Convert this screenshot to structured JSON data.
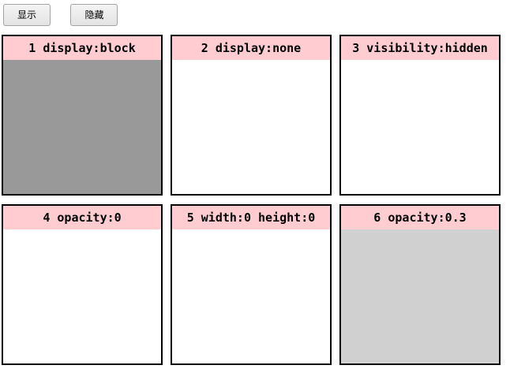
{
  "toolbar": {
    "show_label": "显示",
    "hide_label": "隐藏"
  },
  "boxes": [
    {
      "title": "1 display:block",
      "content_color": "#999999"
    },
    {
      "title": "2 display:none",
      "content_color": "#ffffff"
    },
    {
      "title": "3 visibility:hidden",
      "content_color": "#ffffff"
    },
    {
      "title": "4 opacity:0",
      "content_color": "#ffffff"
    },
    {
      "title": "5 width:0 height:0",
      "content_color": "#ffffff"
    },
    {
      "title": "6 opacity:0.3",
      "content_color": "#d0d0d0"
    }
  ],
  "colors": {
    "header_pink": "#ffcdd1",
    "box_border": "#000000",
    "content_gray": "#999999",
    "page_background": "#ffffff"
  }
}
